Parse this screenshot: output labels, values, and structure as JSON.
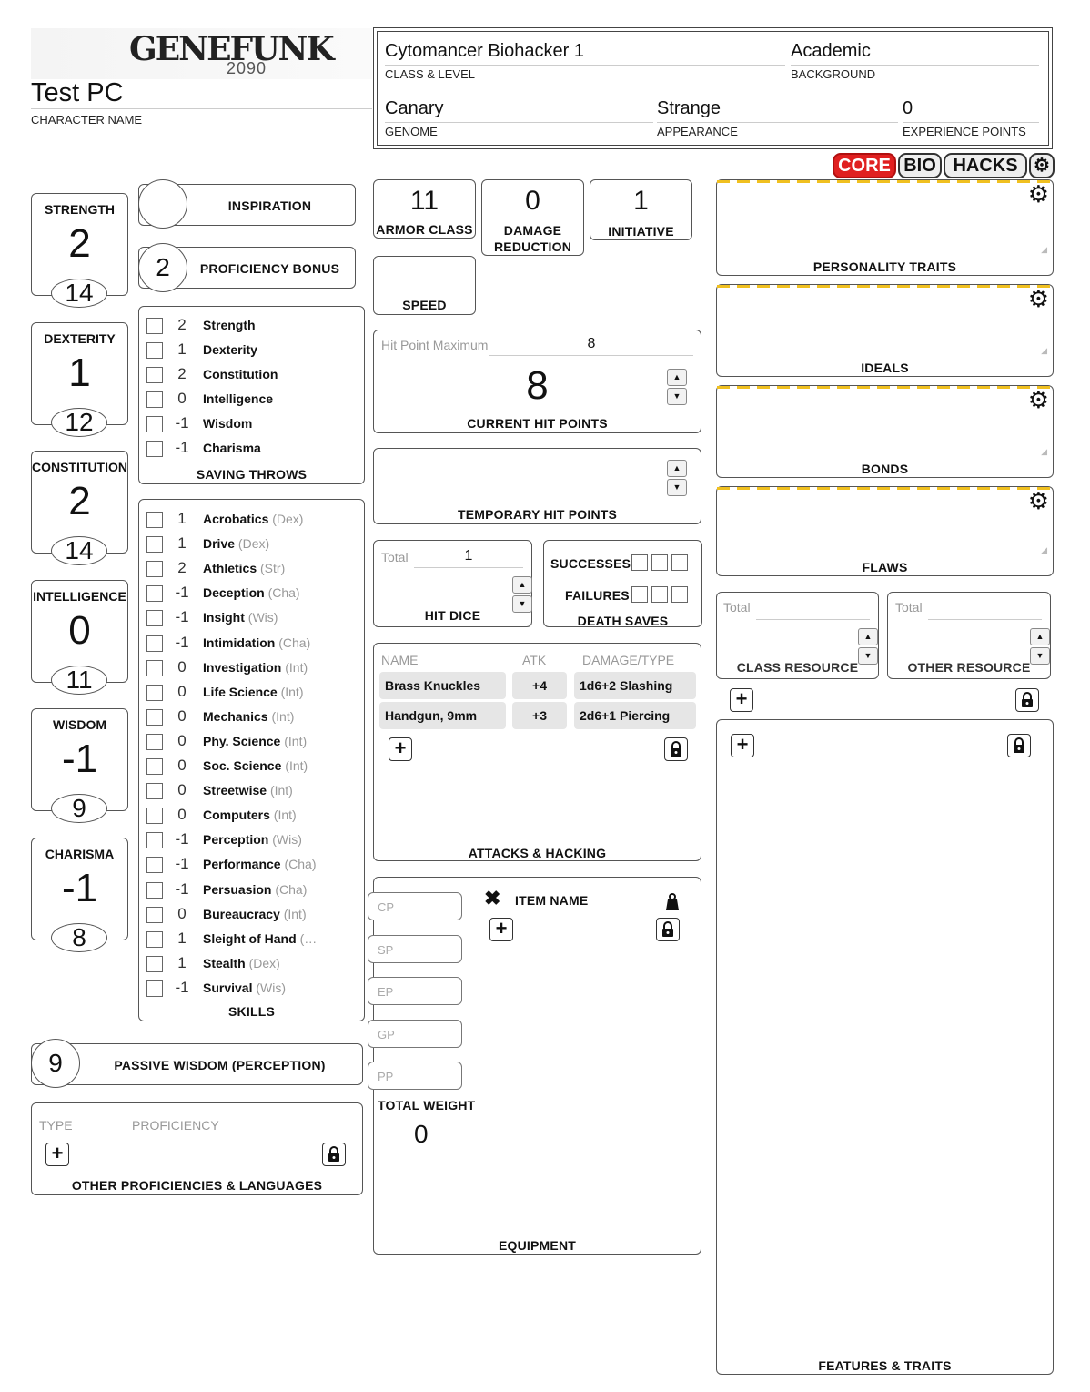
{
  "logo": {
    "main": "GENEFUNK",
    "sub": "2090"
  },
  "header": {
    "character_name": "Test PC",
    "character_name_label": "CHARACTER NAME",
    "class_level": "Cytomancer Biohacker 1",
    "class_level_label": "CLASS & LEVEL",
    "background": "Academic",
    "background_label": "BACKGROUND",
    "genome": "Canary",
    "genome_label": "GENOME",
    "appearance": "Strange",
    "appearance_label": "APPEARANCE",
    "xp": "0",
    "xp_label": "EXPERIENCE POINTS"
  },
  "tabs": {
    "core": "CORE",
    "bio": "BIO",
    "hacks": "HACKS",
    "active_color": "#e02020"
  },
  "abilities": [
    {
      "name": "STRENGTH",
      "mod": "2",
      "score": "14"
    },
    {
      "name": "DEXTERITY",
      "mod": "1",
      "score": "12"
    },
    {
      "name": "CONSTITUTION",
      "mod": "2",
      "score": "14"
    },
    {
      "name": "INTELLIGENCE",
      "mod": "0",
      "score": "11"
    },
    {
      "name": "WISDOM",
      "mod": "-1",
      "score": "9"
    },
    {
      "name": "CHARISMA",
      "mod": "-1",
      "score": "8"
    }
  ],
  "inspiration": {
    "label": "INSPIRATION",
    "value": ""
  },
  "proficiency": {
    "label": "PROFICIENCY BONUS",
    "value": "2"
  },
  "saving_throws": {
    "label": "SAVING THROWS",
    "items": [
      {
        "value": "2",
        "name": "Strength"
      },
      {
        "value": "1",
        "name": "Dexterity"
      },
      {
        "value": "2",
        "name": "Constitution"
      },
      {
        "value": "0",
        "name": "Intelligence"
      },
      {
        "value": "-1",
        "name": "Wisdom"
      },
      {
        "value": "-1",
        "name": "Charisma"
      }
    ]
  },
  "skills": {
    "label": "SKILLS",
    "items": [
      {
        "value": "1",
        "name": "Acrobatics",
        "attr": "(Dex)"
      },
      {
        "value": "1",
        "name": "Drive",
        "attr": "(Dex)"
      },
      {
        "value": "2",
        "name": "Athletics",
        "attr": "(Str)"
      },
      {
        "value": "-1",
        "name": "Deception",
        "attr": "(Cha)"
      },
      {
        "value": "-1",
        "name": "Insight",
        "attr": "(Wis)"
      },
      {
        "value": "-1",
        "name": "Intimidation",
        "attr": "(Cha)"
      },
      {
        "value": "0",
        "name": "Investigation",
        "attr": "(Int)"
      },
      {
        "value": "0",
        "name": "Life Science",
        "attr": "(Int)"
      },
      {
        "value": "0",
        "name": "Mechanics",
        "attr": "(Int)"
      },
      {
        "value": "0",
        "name": "Phy. Science",
        "attr": "(Int)"
      },
      {
        "value": "0",
        "name": "Soc. Science",
        "attr": "(Int)"
      },
      {
        "value": "0",
        "name": "Streetwise",
        "attr": "(Int)"
      },
      {
        "value": "0",
        "name": "Computers",
        "attr": "(Int)"
      },
      {
        "value": "-1",
        "name": "Perception",
        "attr": "(Wis)"
      },
      {
        "value": "-1",
        "name": "Performance",
        "attr": "(Cha)"
      },
      {
        "value": "-1",
        "name": "Persuasion",
        "attr": "(Cha)"
      },
      {
        "value": "0",
        "name": "Bureaucracy",
        "attr": "(Int)"
      },
      {
        "value": "1",
        "name": "Sleight of Hand",
        "attr": "(…"
      },
      {
        "value": "1",
        "name": "Stealth",
        "attr": "(Dex)"
      },
      {
        "value": "-1",
        "name": "Survival",
        "attr": "(Wis)"
      }
    ]
  },
  "passive": {
    "value": "9",
    "label": "PASSIVE WISDOM (PERCEPTION)"
  },
  "other_prof": {
    "type_header": "TYPE",
    "prof_header": "PROFICIENCY",
    "label": "OTHER PROFICIENCIES & LANGUAGES"
  },
  "combat": {
    "ac": {
      "value": "11",
      "label": "ARMOR CLASS"
    },
    "dr": {
      "value": "0",
      "label": "DAMAGE REDUCTION"
    },
    "init": {
      "value": "1",
      "label": "INITIATIVE"
    },
    "speed": {
      "value": "",
      "label": "SPEED"
    },
    "hp_max_label": "Hit Point Maximum",
    "hp_max": "8",
    "hp_current": "8",
    "hp_current_label": "CURRENT HIT POINTS",
    "temp_hp_label": "TEMPORARY HIT POINTS",
    "hd_total_label": "Total",
    "hd_total": "1",
    "hd_label": "HIT DICE",
    "death_successes": "SUCCESSES",
    "death_failures": "FAILURES",
    "death_label": "DEATH SAVES"
  },
  "attacks": {
    "name_header": "NAME",
    "atk_header": "ATK",
    "dmg_header": "DAMAGE/TYPE",
    "rows": [
      {
        "name": "Brass Knuckles",
        "atk": "+4",
        "dmg": "1d6+2 Slashing"
      },
      {
        "name": "Handgun, 9mm",
        "atk": "+3",
        "dmg": "2d6+1 Piercing"
      }
    ],
    "label": "ATTACKS & HACKING"
  },
  "equipment": {
    "coins": [
      "CP",
      "SP",
      "EP",
      "GP",
      "PP"
    ],
    "total_weight_label": "TOTAL WEIGHT",
    "total_weight": "0",
    "item_header": "ITEM NAME",
    "label": "EQUIPMENT"
  },
  "personality": {
    "traits_label": "PERSONALITY TRAITS",
    "ideals_label": "IDEALS",
    "bonds_label": "BONDS",
    "flaws_label": "FLAWS"
  },
  "resources": {
    "class_total_label": "Total",
    "class_label": "CLASS RESOURCE",
    "other_total_label": "Total",
    "other_label": "OTHER RESOURCE"
  },
  "features": {
    "label": "FEATURES & TRAITS"
  },
  "icons": {
    "gear": "gear-icon",
    "plus": "plus-icon",
    "lock": "lock-icon",
    "close": "close-icon",
    "weight": "weight-icon",
    "up": "chevron-up-icon",
    "down": "chevron-down-icon"
  }
}
